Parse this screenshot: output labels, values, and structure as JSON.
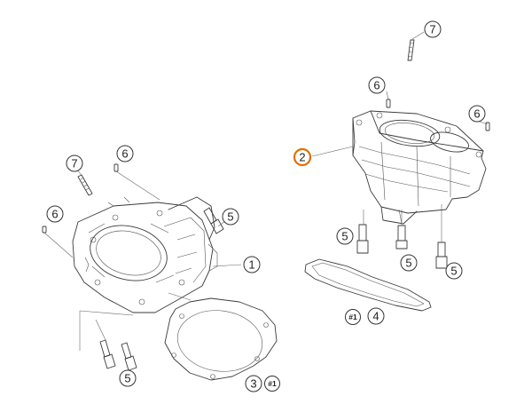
{
  "diagram": {
    "callouts": [
      {
        "id": "c7-top",
        "label": "7"
      },
      {
        "id": "c6-a",
        "label": "6"
      },
      {
        "id": "c6-b",
        "label": "6"
      },
      {
        "id": "c2",
        "label": "2",
        "highlight": true
      },
      {
        "id": "c5-a",
        "label": "5"
      },
      {
        "id": "c5-b",
        "label": "5"
      },
      {
        "id": "c5-c",
        "label": "5"
      },
      {
        "id": "c4",
        "label": "4"
      },
      {
        "id": "c7-left",
        "label": "7"
      },
      {
        "id": "c6-c",
        "label": "6"
      },
      {
        "id": "c6-d",
        "label": "6"
      },
      {
        "id": "c5-d",
        "label": "5"
      },
      {
        "id": "c1",
        "label": "1"
      },
      {
        "id": "c5-e",
        "label": "5"
      },
      {
        "id": "c3",
        "label": "3"
      }
    ],
    "tags": [
      {
        "id": "t1-right",
        "label": "#1"
      },
      {
        "id": "t1-left",
        "label": "#1"
      }
    ],
    "highlight_color": "#e07000"
  }
}
